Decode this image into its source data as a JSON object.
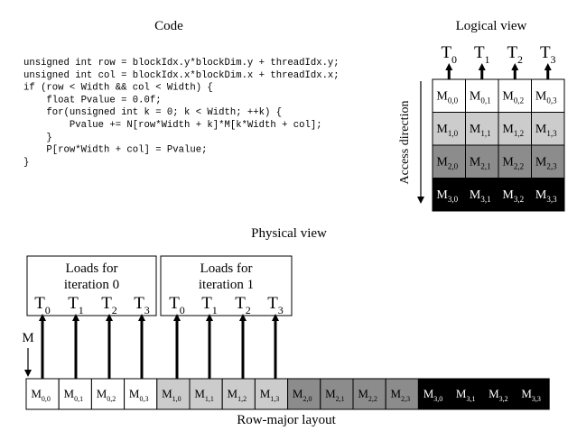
{
  "titles": {
    "code": "Code",
    "logical": "Logical view",
    "physical": "Physical view",
    "access": "Access direction",
    "layout": "Row-major layout",
    "m_pointer": "M"
  },
  "code_lines": [
    "unsigned int row = blockIdx.y*blockDim.y + threadIdx.y;",
    "unsigned int col = blockIdx.x*blockDim.x + threadIdx.x;",
    "if (row < Width && col < Width) {",
    "    float Pvalue = 0.0f;",
    "    for(unsigned int k = 0; k < Width; ++k) {",
    "        Pvalue += N[row*Width + k]*M[k*Width + col];",
    "    }",
    "    P[row*Width + col] = Pvalue;",
    "}"
  ],
  "threads": [
    {
      "base": "T",
      "sub": "0"
    },
    {
      "base": "T",
      "sub": "1"
    },
    {
      "base": "T",
      "sub": "2"
    },
    {
      "base": "T",
      "sub": "3"
    }
  ],
  "loads": [
    {
      "line1": "Loads for",
      "line2": "iteration 0"
    },
    {
      "line1": "Loads for",
      "line2": "iteration 1"
    }
  ],
  "row_colors": [
    "#ffffff",
    "#cccccc",
    "#8c8c8c",
    "#000000"
  ],
  "row_text_colors": [
    "#000000",
    "#000000",
    "#000000",
    "#ffffff"
  ],
  "matrix": {
    "base": "M",
    "rows": [
      [
        "0,0",
        "0,1",
        "0,2",
        "0,3"
      ],
      [
        "1,0",
        "1,1",
        "1,2",
        "1,3"
      ],
      [
        "2,0",
        "2,1",
        "2,2",
        "2,3"
      ],
      [
        "3,0",
        "3,1",
        "3,2",
        "3,3"
      ]
    ]
  }
}
